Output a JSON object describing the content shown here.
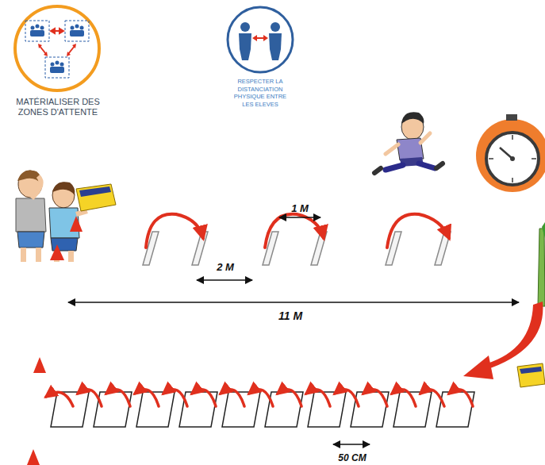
{
  "diagram": {
    "nodes": [
      {
        "text": [
          "MATÉRIALISER DES ZONES D'ATTENTE"
        ]
      },
      {
        "text": [
          "RESPECTER LA DISTANCIATION PHYSIQUE ENTRE LES ELEVES"
        ]
      }
    ],
    "labels": [
      "1 M",
      "2 M",
      "11 M",
      "50 CM"
    ]
  }
}
